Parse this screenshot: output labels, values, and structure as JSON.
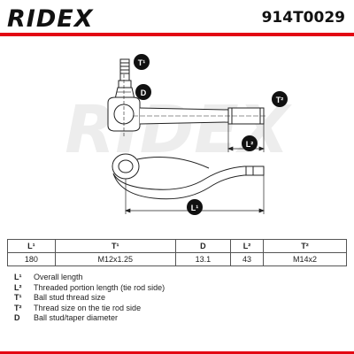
{
  "header": {
    "brand": "RIDEX",
    "part_number": "914T0029"
  },
  "drawing_labels": {
    "t1": "T¹",
    "d": "D",
    "t2": "T²",
    "l2": "L²",
    "l1": "L¹"
  },
  "table": {
    "headers": [
      "L¹",
      "T¹",
      "D",
      "L²",
      "T²"
    ],
    "values": [
      "180",
      "M12x1.25",
      "13.1",
      "43",
      "M14x2"
    ]
  },
  "legend": [
    {
      "symbol": "L¹",
      "text": "Overall length"
    },
    {
      "symbol": "L²",
      "text": "Threaded portion length (tie rod side)"
    },
    {
      "symbol": "T¹",
      "text": "Ball stud thread size"
    },
    {
      "symbol": "T²",
      "text": "Thread size on the tie rod side"
    },
    {
      "symbol": "D",
      "text": "Ball stud/taper diameter"
    }
  ],
  "colors": {
    "accent": "#e30613",
    "badge": "#111111",
    "watermark": "#ededed"
  }
}
